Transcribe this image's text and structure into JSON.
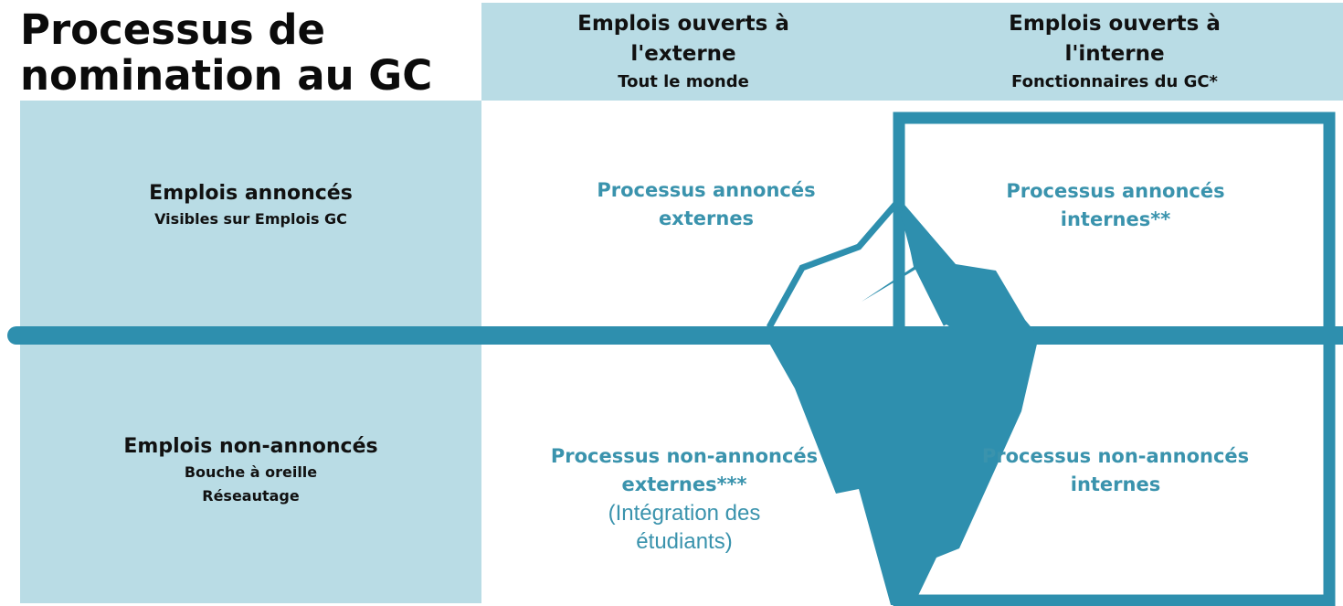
{
  "title": "Processus de nomination au GC",
  "columns": [
    {
      "label": "Emplois ouverts à l'externe",
      "sublabel": "Tout le monde"
    },
    {
      "label": "Emplois ouverts à l'interne",
      "sublabel": "Fonctionnaires du GC*"
    }
  ],
  "rows": [
    {
      "label": "Emplois annoncés",
      "sublabel_lines": [
        "Visibles sur Emplois GC"
      ]
    },
    {
      "label": "Emplois non-annoncés",
      "sublabel_lines": [
        "Bouche à oreille",
        "Réseautage"
      ]
    }
  ],
  "cells": {
    "advertised_external": "Processus annoncés externes",
    "advertised_internal": "Processus annoncés internes**",
    "nonadvertised_external": "Processus non-annoncés externes***",
    "nonadvertised_external_note": "(Intégration des étudiants)",
    "nonadvertised_internal": "Processus non-annoncés internes"
  },
  "colors": {
    "panel": "#b9dce5",
    "accent": "#2e8fae",
    "text_accent": "#3a93ad",
    "heading": "#111111"
  },
  "icons": [
    "iceberg-icon"
  ]
}
